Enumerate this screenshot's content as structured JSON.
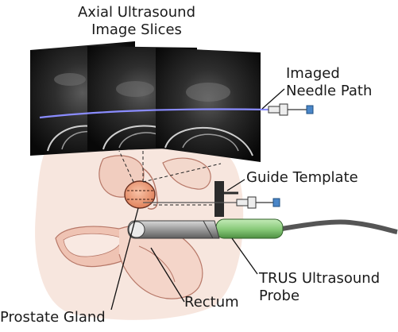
{
  "labels": {
    "slices_line1": "Axial Ultrasound",
    "slices_line2": "Image Slices",
    "needle_line1": "Imaged",
    "needle_line2": "Needle Path",
    "guide_template": "Guide Template",
    "trus_line1": "TRUS Ultrasound",
    "trus_line2": "Probe",
    "rectum": "Rectum",
    "prostate": "Prostate Gland"
  },
  "colors": {
    "tissue_light": "#f6e3da",
    "tissue_mid": "#efc6b6",
    "tissue_outline": "#b77868",
    "prostate": "#eda07e",
    "needle_path": "#8a8cff",
    "probe_body": "#9e9e9e",
    "probe_green": "#8dcc7e",
    "template": "#2b2b2b",
    "cable": "#555555",
    "needle_hub": "#4a86c8"
  }
}
